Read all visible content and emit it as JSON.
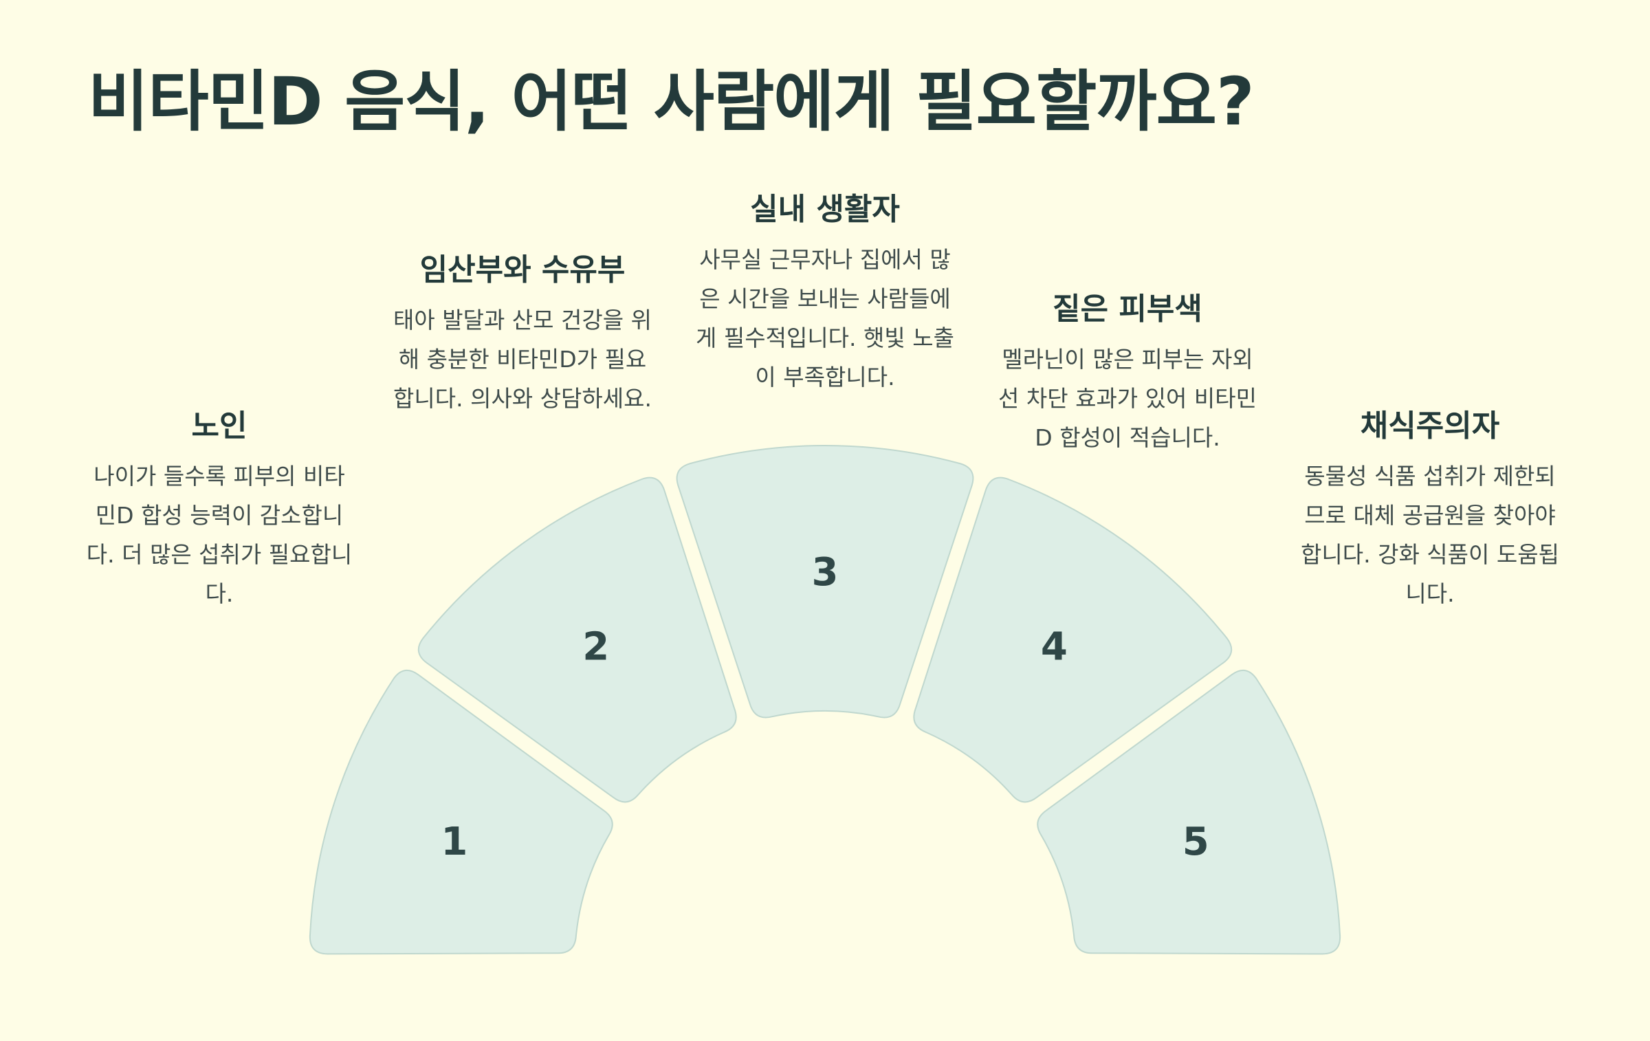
{
  "title": "비타민D 음식, 어떤 사람에게 필요할까요?",
  "colors": {
    "background": "#FEFDE6",
    "segment_fill": "#DDEEE6",
    "segment_stroke": "#BFD7CE",
    "text_dark": "#233A3A"
  },
  "segments": [
    {
      "number": "1",
      "title": "노인",
      "description": "나이가 들수록 피부의 비타민D 합성 능력이 감소합니다. 더 많은 섭취가 필요합니다."
    },
    {
      "number": "2",
      "title": "임산부와 수유부",
      "description": "태아 발달과 산모 건강을 위해 충분한 비타민D가 필요합니다. 의사와 상담하세요."
    },
    {
      "number": "3",
      "title": "실내 생활자",
      "description": "사무실 근무자나 집에서 많은 시간을 보내는 사람들에게 필수적입니다. 햇빛 노출이 부족합니다."
    },
    {
      "number": "4",
      "title": "짙은 피부색",
      "description": "멜라닌이 많은 피부는 자외선 차단 효과가 있어 비타민D 합성이 적습니다."
    },
    {
      "number": "5",
      "title": "채식주의자",
      "description": "동물성 식품 섭취가 제한되므로 대체 공급원을 찾아야 합니다. 강화 식품이 도움됩니다."
    }
  ]
}
